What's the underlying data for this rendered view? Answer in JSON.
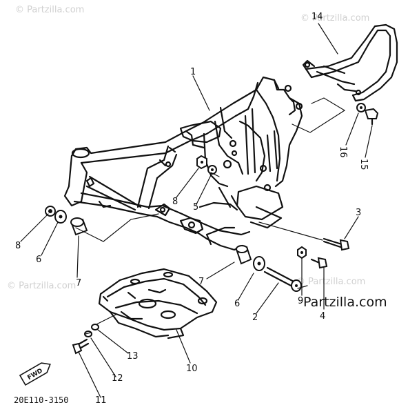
{
  "watermarks": {
    "top_left": "© Partzilla.com",
    "top_right": "© Partzilla.com",
    "mid_left": "© Partzilla.com",
    "bottom_right": "© Partzilla.com"
  },
  "brand_overlay": "Partzilla.com",
  "diagram_code": "20E110-3150",
  "fwd_label": "FWD",
  "callouts": {
    "c1": "1",
    "c2": "2",
    "c4": "4",
    "c5": "5",
    "c6a": "6",
    "c6b": "6",
    "c7a": "7",
    "c7b": "7",
    "c8a": "8",
    "c8b": "8",
    "c9": "9",
    "c10": "10",
    "c11": "11",
    "c12": "12",
    "c13": "13",
    "c14": "14",
    "c15": "15",
    "c16": "16",
    "c3": "3"
  }
}
